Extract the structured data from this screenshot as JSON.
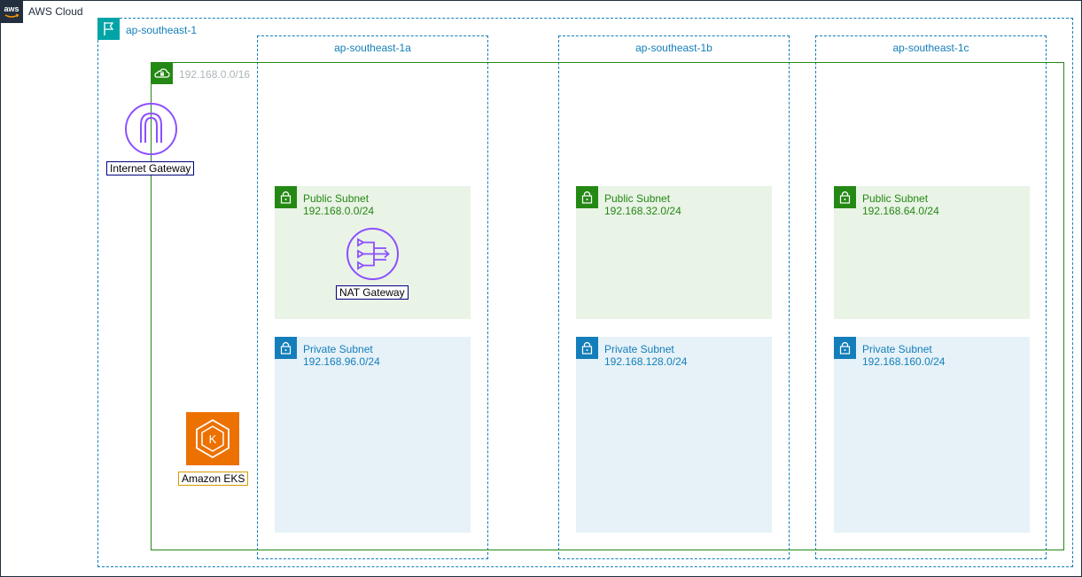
{
  "cloud": {
    "label": "AWS Cloud",
    "icon": "aws-logo-icon",
    "color": "#232f3e"
  },
  "region": {
    "label": "ap-southeast-1",
    "icon": "region-flag-icon",
    "color": "#147eba"
  },
  "vpc": {
    "cidr": "192.168.0.0/16",
    "icon": "vpc-cloud-lock-icon",
    "color": "#248814"
  },
  "azs": [
    {
      "label": "ap-southeast-1a"
    },
    {
      "label": "ap-southeast-1b"
    },
    {
      "label": "ap-southeast-1c"
    }
  ],
  "subnets": {
    "public": [
      {
        "title": "Public Subnet",
        "cidr": "192.168.0.0/24"
      },
      {
        "title": "Public Subnet",
        "cidr": "192.168.32.0/24"
      },
      {
        "title": "Public Subnet",
        "cidr": "192.168.64.0/24"
      }
    ],
    "private": [
      {
        "title": "Private Subnet",
        "cidr": "192.168.96.0/24"
      },
      {
        "title": "Private Subnet",
        "cidr": "192.168.128.0/24"
      },
      {
        "title": "Private Subnet",
        "cidr": "192.168.160.0/24"
      }
    ]
  },
  "resources": {
    "igw": {
      "label": "Internet Gateway",
      "icon": "internet-gateway-icon",
      "color": "#8c4fff"
    },
    "nat": {
      "label": "NAT Gateway",
      "icon": "nat-gateway-icon",
      "color": "#8c4fff"
    },
    "eks": {
      "label": "Amazon EKS",
      "icon": "eks-icon",
      "color": "#ed7100"
    }
  }
}
